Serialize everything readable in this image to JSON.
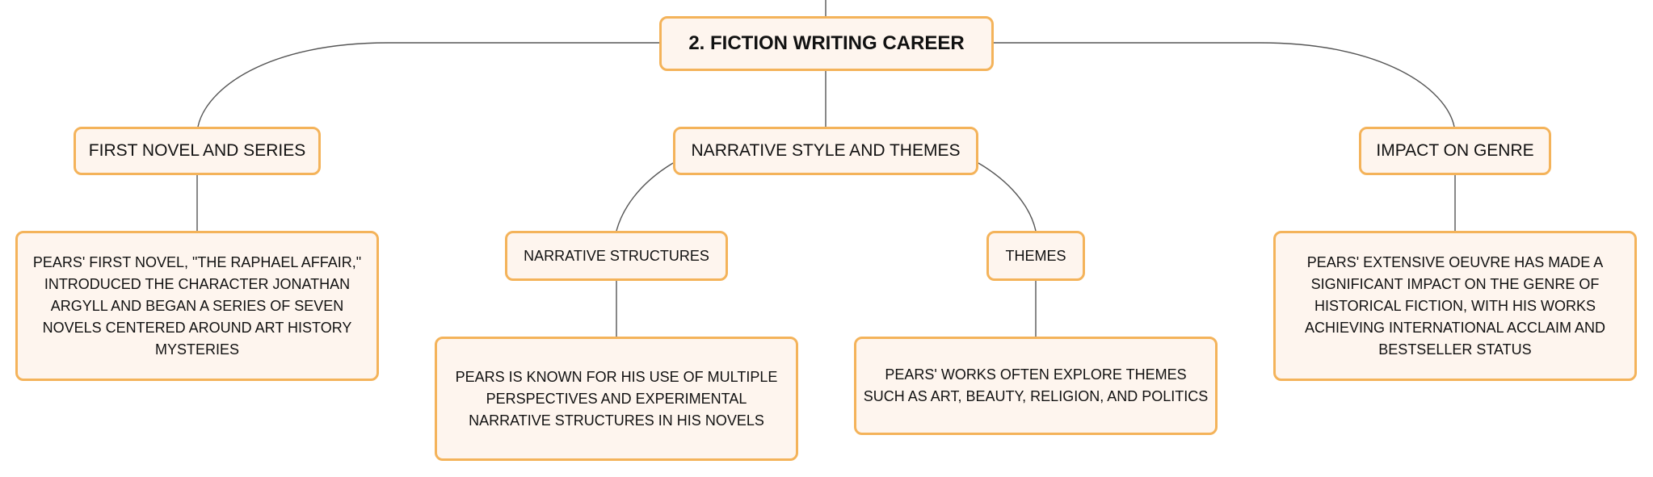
{
  "colors": {
    "node_fill": "#fef5ee",
    "node_border": "#f4b35a",
    "connector": "#555555",
    "text": "#111111"
  },
  "root": {
    "label": "2. FICTION WRITING CAREER"
  },
  "branches": [
    {
      "label": "FIRST NOVEL AND SERIES",
      "detail": "PEARS' FIRST NOVEL, \"THE RAPHAEL AFFAIR,\" INTRODUCED THE CHARACTER JONATHAN ARGYLL AND BEGAN A SERIES OF SEVEN NOVELS CENTERED AROUND ART HISTORY MYSTERIES"
    },
    {
      "label": "NARRATIVE STYLE AND THEMES",
      "children": [
        {
          "label": "NARRATIVE STRUCTURES",
          "detail": "PEARS IS KNOWN FOR HIS USE OF MULTIPLE PERSPECTIVES AND EXPERIMENTAL NARRATIVE STRUCTURES IN HIS NOVELS"
        },
        {
          "label": "THEMES",
          "detail": "PEARS' WORKS OFTEN EXPLORE THEMES SUCH AS ART, BEAUTY, RELIGION, AND POLITICS"
        }
      ]
    },
    {
      "label": "IMPACT ON GENRE",
      "detail": "PEARS' EXTENSIVE OEUVRE HAS MADE A SIGNIFICANT IMPACT ON THE GENRE OF HISTORICAL FICTION, WITH HIS WORKS ACHIEVING INTERNATIONAL ACCLAIM AND BESTSELLER STATUS"
    }
  ]
}
